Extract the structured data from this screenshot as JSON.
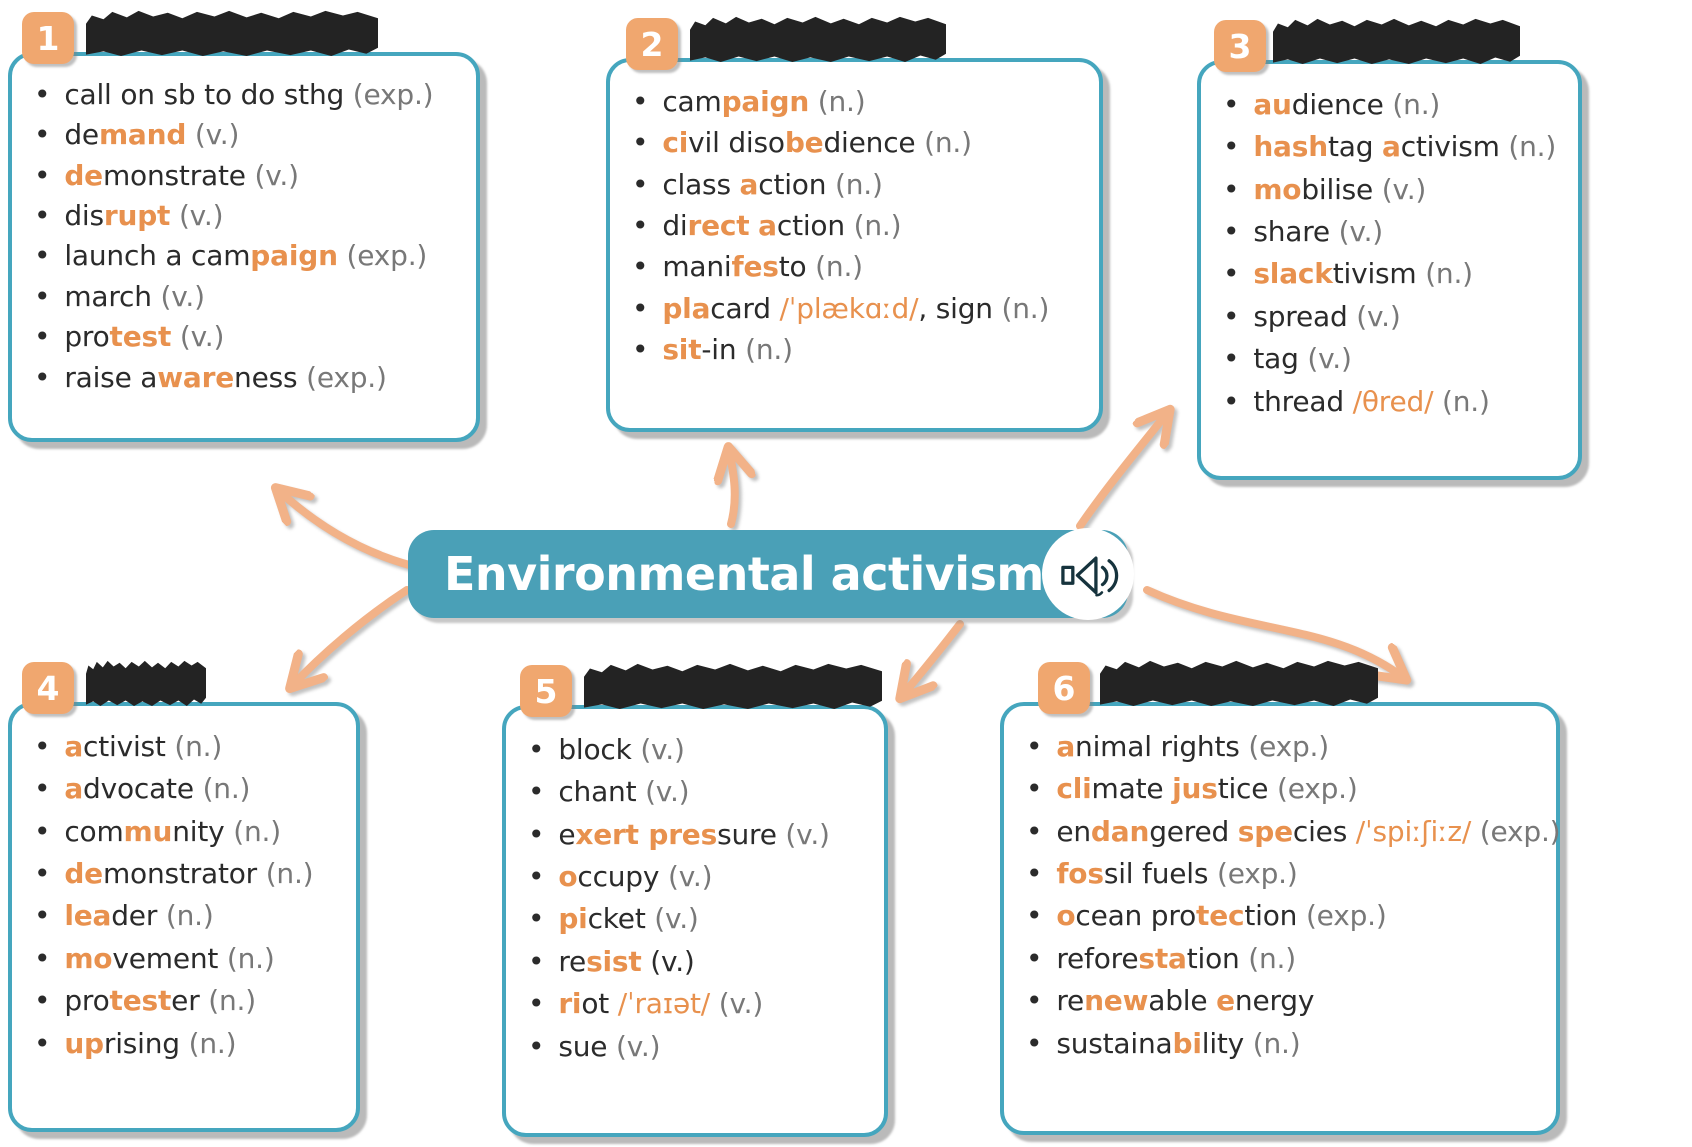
{
  "title": {
    "label": "Environmental activism"
  },
  "colors": {
    "teal_border": "#45a6be",
    "teal_pill": "#4aa0b7",
    "orange_highlight": "#e8914e",
    "badge_orange": "#f0a76f",
    "arrow_peach": "#f2b288",
    "text_dark": "#2b2b2b",
    "text_gray": "#787878",
    "redaction_black": "#232323"
  },
  "legend_note": {
    "segment_styles": {
      "k": "dark regular",
      "o": "orange bold (stressed syllable)",
      "g": "gray (part of speech)",
      "p": "orange regular (phonetics)"
    }
  },
  "boxes": [
    {
      "number": "1",
      "header_redacted": true,
      "items": [
        [
          {
            "t": "call on sb to do sthg ",
            "s": "k"
          },
          {
            "t": "(exp.)",
            "s": "g"
          }
        ],
        [
          {
            "t": "de",
            "s": "k"
          },
          {
            "t": "mand",
            "s": "o"
          },
          {
            "t": " ",
            "s": "k"
          },
          {
            "t": "(v.)",
            "s": "g"
          }
        ],
        [
          {
            "t": "de",
            "s": "o"
          },
          {
            "t": "monstrate ",
            "s": "k"
          },
          {
            "t": "(v.)",
            "s": "g"
          }
        ],
        [
          {
            "t": "dis",
            "s": "k"
          },
          {
            "t": "rupt",
            "s": "o"
          },
          {
            "t": " ",
            "s": "k"
          },
          {
            "t": "(v.)",
            "s": "g"
          }
        ],
        [
          {
            "t": "launch a cam",
            "s": "k"
          },
          {
            "t": "paign",
            "s": "o"
          },
          {
            "t": " ",
            "s": "k"
          },
          {
            "t": "(exp.)",
            "s": "g"
          }
        ],
        [
          {
            "t": "march ",
            "s": "k"
          },
          {
            "t": "(v.)",
            "s": "g"
          }
        ],
        [
          {
            "t": "pro",
            "s": "k"
          },
          {
            "t": "test",
            "s": "o"
          },
          {
            "t": " ",
            "s": "k"
          },
          {
            "t": "(v.)",
            "s": "g"
          }
        ],
        [
          {
            "t": "raise a",
            "s": "k"
          },
          {
            "t": "ware",
            "s": "o"
          },
          {
            "t": "ness ",
            "s": "k"
          },
          {
            "t": "(exp.)",
            "s": "g"
          }
        ]
      ]
    },
    {
      "number": "2",
      "header_redacted": true,
      "items": [
        [
          {
            "t": "cam",
            "s": "k"
          },
          {
            "t": "paign",
            "s": "o"
          },
          {
            "t": " ",
            "s": "k"
          },
          {
            "t": "(n.)",
            "s": "g"
          }
        ],
        [
          {
            "t": "ci",
            "s": "o"
          },
          {
            "t": "vil diso",
            "s": "k"
          },
          {
            "t": "be",
            "s": "o"
          },
          {
            "t": "dience ",
            "s": "k"
          },
          {
            "t": "(n.)",
            "s": "g"
          }
        ],
        [
          {
            "t": "class ",
            "s": "k"
          },
          {
            "t": "a",
            "s": "o"
          },
          {
            "t": "ction ",
            "s": "k"
          },
          {
            "t": "(n.)",
            "s": "g"
          }
        ],
        [
          {
            "t": "di",
            "s": "k"
          },
          {
            "t": "rect",
            "s": "o"
          },
          {
            "t": " ",
            "s": "k"
          },
          {
            "t": "a",
            "s": "o"
          },
          {
            "t": "ction ",
            "s": "k"
          },
          {
            "t": "(n.)",
            "s": "g"
          }
        ],
        [
          {
            "t": "mani",
            "s": "k"
          },
          {
            "t": "fes",
            "s": "o"
          },
          {
            "t": "to ",
            "s": "k"
          },
          {
            "t": "(n.)",
            "s": "g"
          }
        ],
        [
          {
            "t": "pla",
            "s": "o"
          },
          {
            "t": "card ",
            "s": "k"
          },
          {
            "t": "/ˈplækɑːd/",
            "s": "p"
          },
          {
            "t": ", sign ",
            "s": "k"
          },
          {
            "t": "(n.)",
            "s": "g"
          }
        ],
        [
          {
            "t": "sit",
            "s": "o"
          },
          {
            "t": "-in ",
            "s": "k"
          },
          {
            "t": "(n.)",
            "s": "g"
          }
        ]
      ]
    },
    {
      "number": "3",
      "header_redacted": true,
      "items": [
        [
          {
            "t": "au",
            "s": "o"
          },
          {
            "t": "dience ",
            "s": "k"
          },
          {
            "t": "(n.)",
            "s": "g"
          }
        ],
        [
          {
            "t": "hash",
            "s": "o"
          },
          {
            "t": "tag ",
            "s": "k"
          },
          {
            "t": "a",
            "s": "o"
          },
          {
            "t": "ctivism ",
            "s": "k"
          },
          {
            "t": "(n.)",
            "s": "g"
          }
        ],
        [
          {
            "t": "mo",
            "s": "o"
          },
          {
            "t": "bilise ",
            "s": "k"
          },
          {
            "t": "(v.)",
            "s": "g"
          }
        ],
        [
          {
            "t": "share ",
            "s": "k"
          },
          {
            "t": "(v.)",
            "s": "g"
          }
        ],
        [
          {
            "t": "slack",
            "s": "o"
          },
          {
            "t": "tivism ",
            "s": "k"
          },
          {
            "t": "(n.)",
            "s": "g"
          }
        ],
        [
          {
            "t": "spread ",
            "s": "k"
          },
          {
            "t": "(v.)",
            "s": "g"
          }
        ],
        [
          {
            "t": "tag ",
            "s": "k"
          },
          {
            "t": "(v.)",
            "s": "g"
          }
        ],
        [
          {
            "t": "thread ",
            "s": "k"
          },
          {
            "t": "/θred/",
            "s": "p"
          },
          {
            "t": " ",
            "s": "k"
          },
          {
            "t": "(n.)",
            "s": "g"
          }
        ]
      ]
    },
    {
      "number": "4",
      "header_redacted": true,
      "items": [
        [
          {
            "t": "a",
            "s": "o"
          },
          {
            "t": "ctivist ",
            "s": "k"
          },
          {
            "t": "(n.)",
            "s": "g"
          }
        ],
        [
          {
            "t": "a",
            "s": "o"
          },
          {
            "t": "dvocate ",
            "s": "k"
          },
          {
            "t": "(n.)",
            "s": "g"
          }
        ],
        [
          {
            "t": "com",
            "s": "k"
          },
          {
            "t": "mu",
            "s": "o"
          },
          {
            "t": "nity ",
            "s": "k"
          },
          {
            "t": "(n.)",
            "s": "g"
          }
        ],
        [
          {
            "t": "de",
            "s": "o"
          },
          {
            "t": "monstrator ",
            "s": "k"
          },
          {
            "t": "(n.)",
            "s": "g"
          }
        ],
        [
          {
            "t": "lea",
            "s": "o"
          },
          {
            "t": "der ",
            "s": "k"
          },
          {
            "t": "(n.)",
            "s": "g"
          }
        ],
        [
          {
            "t": "mo",
            "s": "o"
          },
          {
            "t": "vement ",
            "s": "k"
          },
          {
            "t": "(n.)",
            "s": "g"
          }
        ],
        [
          {
            "t": "pro",
            "s": "k"
          },
          {
            "t": "test",
            "s": "o"
          },
          {
            "t": "er ",
            "s": "k"
          },
          {
            "t": "(n.)",
            "s": "g"
          }
        ],
        [
          {
            "t": "up",
            "s": "o"
          },
          {
            "t": "rising ",
            "s": "k"
          },
          {
            "t": "(n.)",
            "s": "g"
          }
        ]
      ]
    },
    {
      "number": "5",
      "header_redacted": true,
      "items": [
        [
          {
            "t": "block ",
            "s": "k"
          },
          {
            "t": "(v.)",
            "s": "g"
          }
        ],
        [
          {
            "t": "chant ",
            "s": "k"
          },
          {
            "t": "(v.)",
            "s": "g"
          }
        ],
        [
          {
            "t": "e",
            "s": "k"
          },
          {
            "t": "xert pres",
            "s": "o"
          },
          {
            "t": "sure ",
            "s": "k"
          },
          {
            "t": "(v.)",
            "s": "g"
          }
        ],
        [
          {
            "t": "o",
            "s": "o"
          },
          {
            "t": "ccupy ",
            "s": "k"
          },
          {
            "t": "(v.)",
            "s": "g"
          }
        ],
        [
          {
            "t": "pi",
            "s": "o"
          },
          {
            "t": "cket ",
            "s": "k"
          },
          {
            "t": "(v.)",
            "s": "g"
          }
        ],
        [
          {
            "t": "re",
            "s": "k"
          },
          {
            "t": "sist",
            "s": "o"
          },
          {
            "t": " (v.)",
            "s": "k"
          }
        ],
        [
          {
            "t": "ri",
            "s": "o"
          },
          {
            "t": "ot ",
            "s": "k"
          },
          {
            "t": "/ˈraɪət/",
            "s": "p"
          },
          {
            "t": " ",
            "s": "k"
          },
          {
            "t": "(v.)",
            "s": "g"
          }
        ],
        [
          {
            "t": "sue ",
            "s": "k"
          },
          {
            "t": "(v.)",
            "s": "g"
          }
        ]
      ]
    },
    {
      "number": "6",
      "header_redacted": true,
      "items": [
        [
          {
            "t": "a",
            "s": "o"
          },
          {
            "t": "nimal rights ",
            "s": "k"
          },
          {
            "t": "(exp.)",
            "s": "g"
          }
        ],
        [
          {
            "t": "cli",
            "s": "o"
          },
          {
            "t": "mate ",
            "s": "k"
          },
          {
            "t": "jus",
            "s": "o"
          },
          {
            "t": "tice ",
            "s": "k"
          },
          {
            "t": "(exp.)",
            "s": "g"
          }
        ],
        [
          {
            "t": "en",
            "s": "k"
          },
          {
            "t": "dan",
            "s": "o"
          },
          {
            "t": "gered ",
            "s": "k"
          },
          {
            "t": "spe",
            "s": "o"
          },
          {
            "t": "cies ",
            "s": "k"
          },
          {
            "t": "/ˈspiːʃiːz/",
            "s": "p"
          },
          {
            "t": " ",
            "s": "k"
          },
          {
            "t": "(exp.)",
            "s": "g"
          }
        ],
        [
          {
            "t": "fos",
            "s": "o"
          },
          {
            "t": "sil fuels ",
            "s": "k"
          },
          {
            "t": "(exp.)",
            "s": "g"
          }
        ],
        [
          {
            "t": "o",
            "s": "o"
          },
          {
            "t": "cean pro",
            "s": "k"
          },
          {
            "t": "tec",
            "s": "o"
          },
          {
            "t": "tion ",
            "s": "k"
          },
          {
            "t": "(exp.)",
            "s": "g"
          }
        ],
        [
          {
            "t": "refore",
            "s": "k"
          },
          {
            "t": "sta",
            "s": "o"
          },
          {
            "t": "tion ",
            "s": "k"
          },
          {
            "t": "(n.)",
            "s": "g"
          }
        ],
        [
          {
            "t": "re",
            "s": "k"
          },
          {
            "t": "new",
            "s": "o"
          },
          {
            "t": "able ",
            "s": "k"
          },
          {
            "t": "e",
            "s": "o"
          },
          {
            "t": "nergy",
            "s": "k"
          }
        ],
        [
          {
            "t": "sustaina",
            "s": "k"
          },
          {
            "t": "bi",
            "s": "o"
          },
          {
            "t": "lity ",
            "s": "k"
          },
          {
            "t": "(n.)",
            "s": "g"
          }
        ]
      ]
    }
  ]
}
